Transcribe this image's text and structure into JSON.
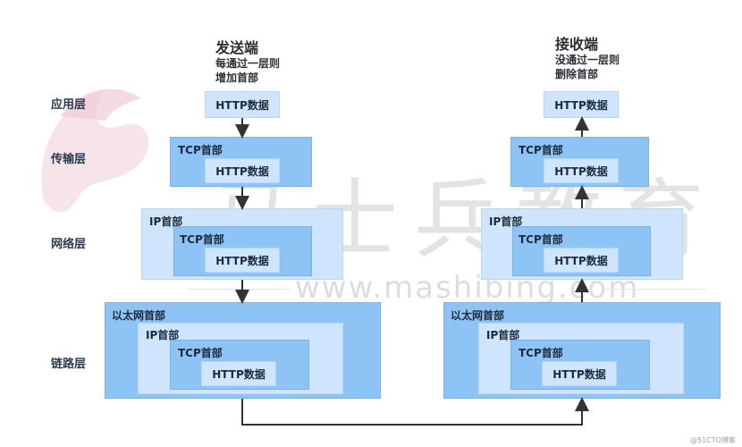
{
  "sender": {
    "title": "发送端",
    "note_line1": "每通过一层则",
    "note_line2": "增加首部"
  },
  "receiver": {
    "title": "接收端",
    "note_line1": "没通过一层则",
    "note_line2": "删除首部"
  },
  "layers": {
    "application": "应用层",
    "transport": "传输层",
    "network": "网络层",
    "link": "链路层"
  },
  "labels": {
    "http": "HTTP数据",
    "tcp": "TCP首部",
    "ip": "IP首部",
    "ethernet": "以太网首部"
  },
  "watermark": {
    "chinese": "马士兵教育",
    "url": "www.mashibing.com",
    "footer": "@51CTO博客"
  },
  "colors": {
    "outer_box": "#8ec3f6",
    "light_box": "#cfe5fd",
    "arrow": "#333333"
  }
}
